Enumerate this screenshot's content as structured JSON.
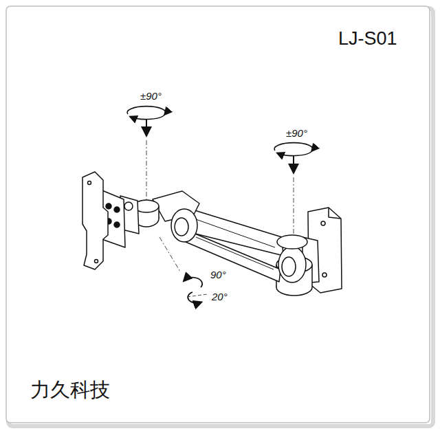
{
  "diagram": {
    "title": "LJ-S01",
    "labels": [
      "±90°",
      "±90°",
      "90°",
      "20°",
      "力久科技"
    ]
  }
}
